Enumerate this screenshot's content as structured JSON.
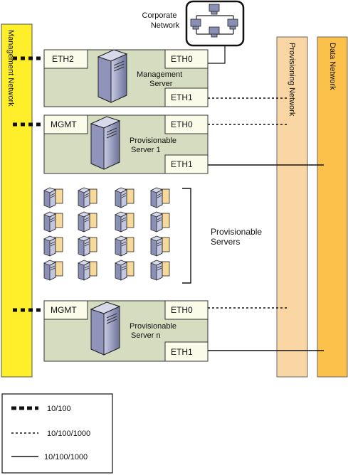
{
  "networks": {
    "management": {
      "label": "Management  Network",
      "color": "#ffee2a"
    },
    "provisioning": {
      "label": "Provisioning  Network",
      "color": "#fad6a5"
    },
    "data": {
      "label": "Data  Network",
      "color": "#fbc14a"
    },
    "corporate": {
      "line1": "Corporate",
      "line2": "Network"
    }
  },
  "servers": [
    {
      "left_port": "ETH2",
      "right_top": "ETH0",
      "right_bottom": "ETH1",
      "name1": "Management",
      "name2": "Server"
    },
    {
      "left_port": "MGMT",
      "right_top": "ETH0",
      "right_bottom": "ETH1",
      "name1": "Provisionable",
      "name2": "Server 1"
    },
    {
      "left_port": "MGMT",
      "right_top": "ETH0",
      "right_bottom": "ETH1",
      "name1": "Provisionable",
      "name2": "Server n"
    }
  ],
  "provisionable_group": {
    "line1": "Provisionable",
    "line2": "Servers"
  },
  "legend": [
    {
      "style": "thick-dashed",
      "label": "10/100"
    },
    {
      "style": "dotted",
      "label": "10/100/1000"
    },
    {
      "style": "solid",
      "label": "10/100/1000"
    }
  ],
  "colors": {
    "server_box": "#d6dcc0",
    "server_icon": "#8a8fb5",
    "mini_server_bg": "#f7d99a"
  }
}
